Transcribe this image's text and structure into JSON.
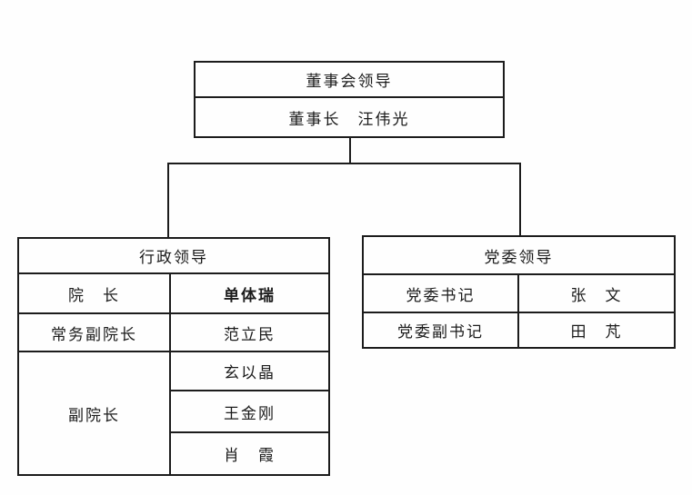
{
  "page": {
    "background": "#fefefe",
    "line_color": "#1c1c1c",
    "text_color": "#1b1b1b"
  },
  "board": {
    "header": "董事会领导",
    "chairman": "董事长　汪伟光"
  },
  "tables": {
    "admin": {
      "header": "行政领导",
      "rows": [
        {
          "role": "院　长",
          "name": "单体瑞"
        },
        {
          "role": "常务副院长",
          "name": "范立民"
        }
      ],
      "group": {
        "role": "副院长",
        "names": [
          "玄以晶",
          "王金刚",
          "肖　霞"
        ]
      }
    },
    "party": {
      "header": "党委领导",
      "rows": [
        {
          "role": "党委书记",
          "name": "张　文"
        },
        {
          "role": "党委副书记",
          "name": "田　芃"
        }
      ]
    }
  }
}
